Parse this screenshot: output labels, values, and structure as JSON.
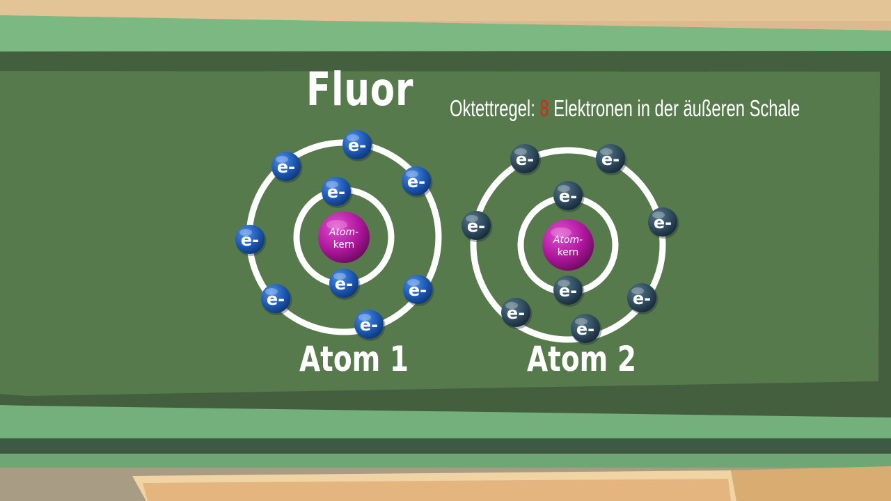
{
  "title": "Fluor",
  "rule": {
    "prefix": "Oktettregel:",
    "number": "8",
    "suffix": "Elektronen in der äußeren Schale"
  },
  "electron_label": "e-",
  "nucleus_label": [
    "Atom-",
    "kern"
  ],
  "atoms": [
    {
      "label": "Atom 1",
      "inner_electrons": 2,
      "outer_electrons": 7,
      "electron_color": "#1e5db8"
    },
    {
      "label": "Atom 2",
      "inner_electrons": 2,
      "outer_electrons": 7,
      "electron_color": "#2f4c5e"
    }
  ],
  "colors": {
    "board": "#567a4c",
    "frame": "#74b07c",
    "nucleus": "#b0179e",
    "highlight": "#d8261d"
  }
}
